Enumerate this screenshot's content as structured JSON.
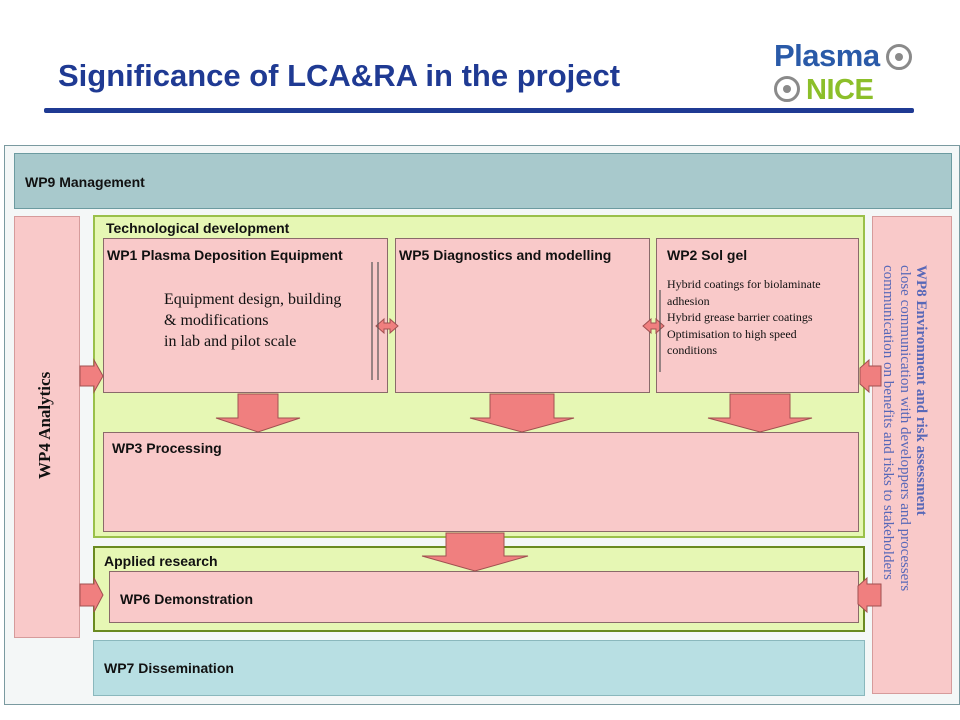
{
  "header": {
    "title": "Significance of LCA&RA in the project",
    "logo_line1": "Plasma",
    "logo_line2": "NICE"
  },
  "diagram": {
    "wp9": "WP9 Management",
    "wp4": "WP4 Analytics",
    "tech_dev": "Technological development",
    "wp1": {
      "title": "WP1 Plasma Deposition Equipment",
      "lines": [
        "Equipment design, building",
        "& modifications",
        "in lab and pilot scale"
      ]
    },
    "wp5": "WP5 Diagnostics and modelling",
    "wp2": {
      "title": "WP2 Sol gel",
      "lines": [
        "Hybrid coatings for biolaminate",
        "adhesion",
        "Hybrid grease barrier coatings",
        "Optimisation to high speed",
        "conditions"
      ]
    },
    "wp3": "WP3 Processing",
    "applied": "Applied research",
    "wp6": "WP6 Demonstration",
    "wp7": "WP7 Dissemination",
    "wp8": {
      "title": "WP8 Environment and risk assessment",
      "line2": "close communication with developpers and processers",
      "line3": "communication on benefits and risks to stakeholders"
    }
  },
  "colors": {
    "title": "#1f3a93",
    "pink": "#f9c9c9",
    "arrow": "#f07f7f",
    "green": "#e6f7b4",
    "teal": "#a8c9cc",
    "lightblue": "#b8dfe3",
    "logo_blue": "#2a5aa8",
    "logo_green": "#8cbf2a"
  }
}
